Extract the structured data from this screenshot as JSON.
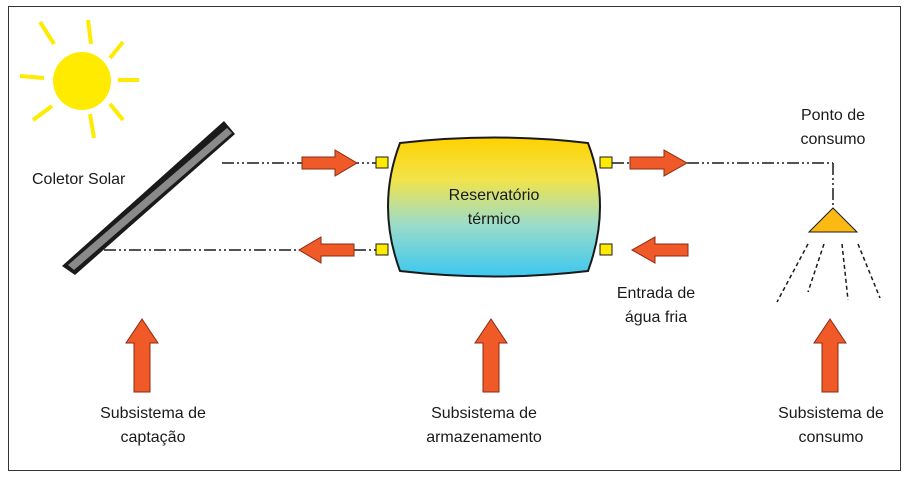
{
  "labels": {
    "collector": "Coletor Solar",
    "reservoir_line1": "Reservatório",
    "reservoir_line2": "térmico",
    "consumption_point_line1": "Ponto de",
    "consumption_point_line2": "consumo",
    "cold_water_line1": "Entrada de",
    "cold_water_line2": "água fria",
    "subsystem_capture_line1": "Subsistema de",
    "subsystem_capture_line2": "captação",
    "subsystem_storage_line1": "Subsistema de",
    "subsystem_storage_line2": "armazenamento",
    "subsystem_consumption_line1": "Subsistema de",
    "subsystem_consumption_line2": "consumo"
  },
  "colors": {
    "sun": "#FFEB00",
    "arrow": "#F05A28",
    "arrow_outline": "#8B2A10",
    "tank_top": "#FFD200",
    "tank_bottom": "#3CC8F0",
    "collector_fill": "#8A8A8A",
    "connector": "#FFEB00",
    "shower": "#FDB913"
  }
}
